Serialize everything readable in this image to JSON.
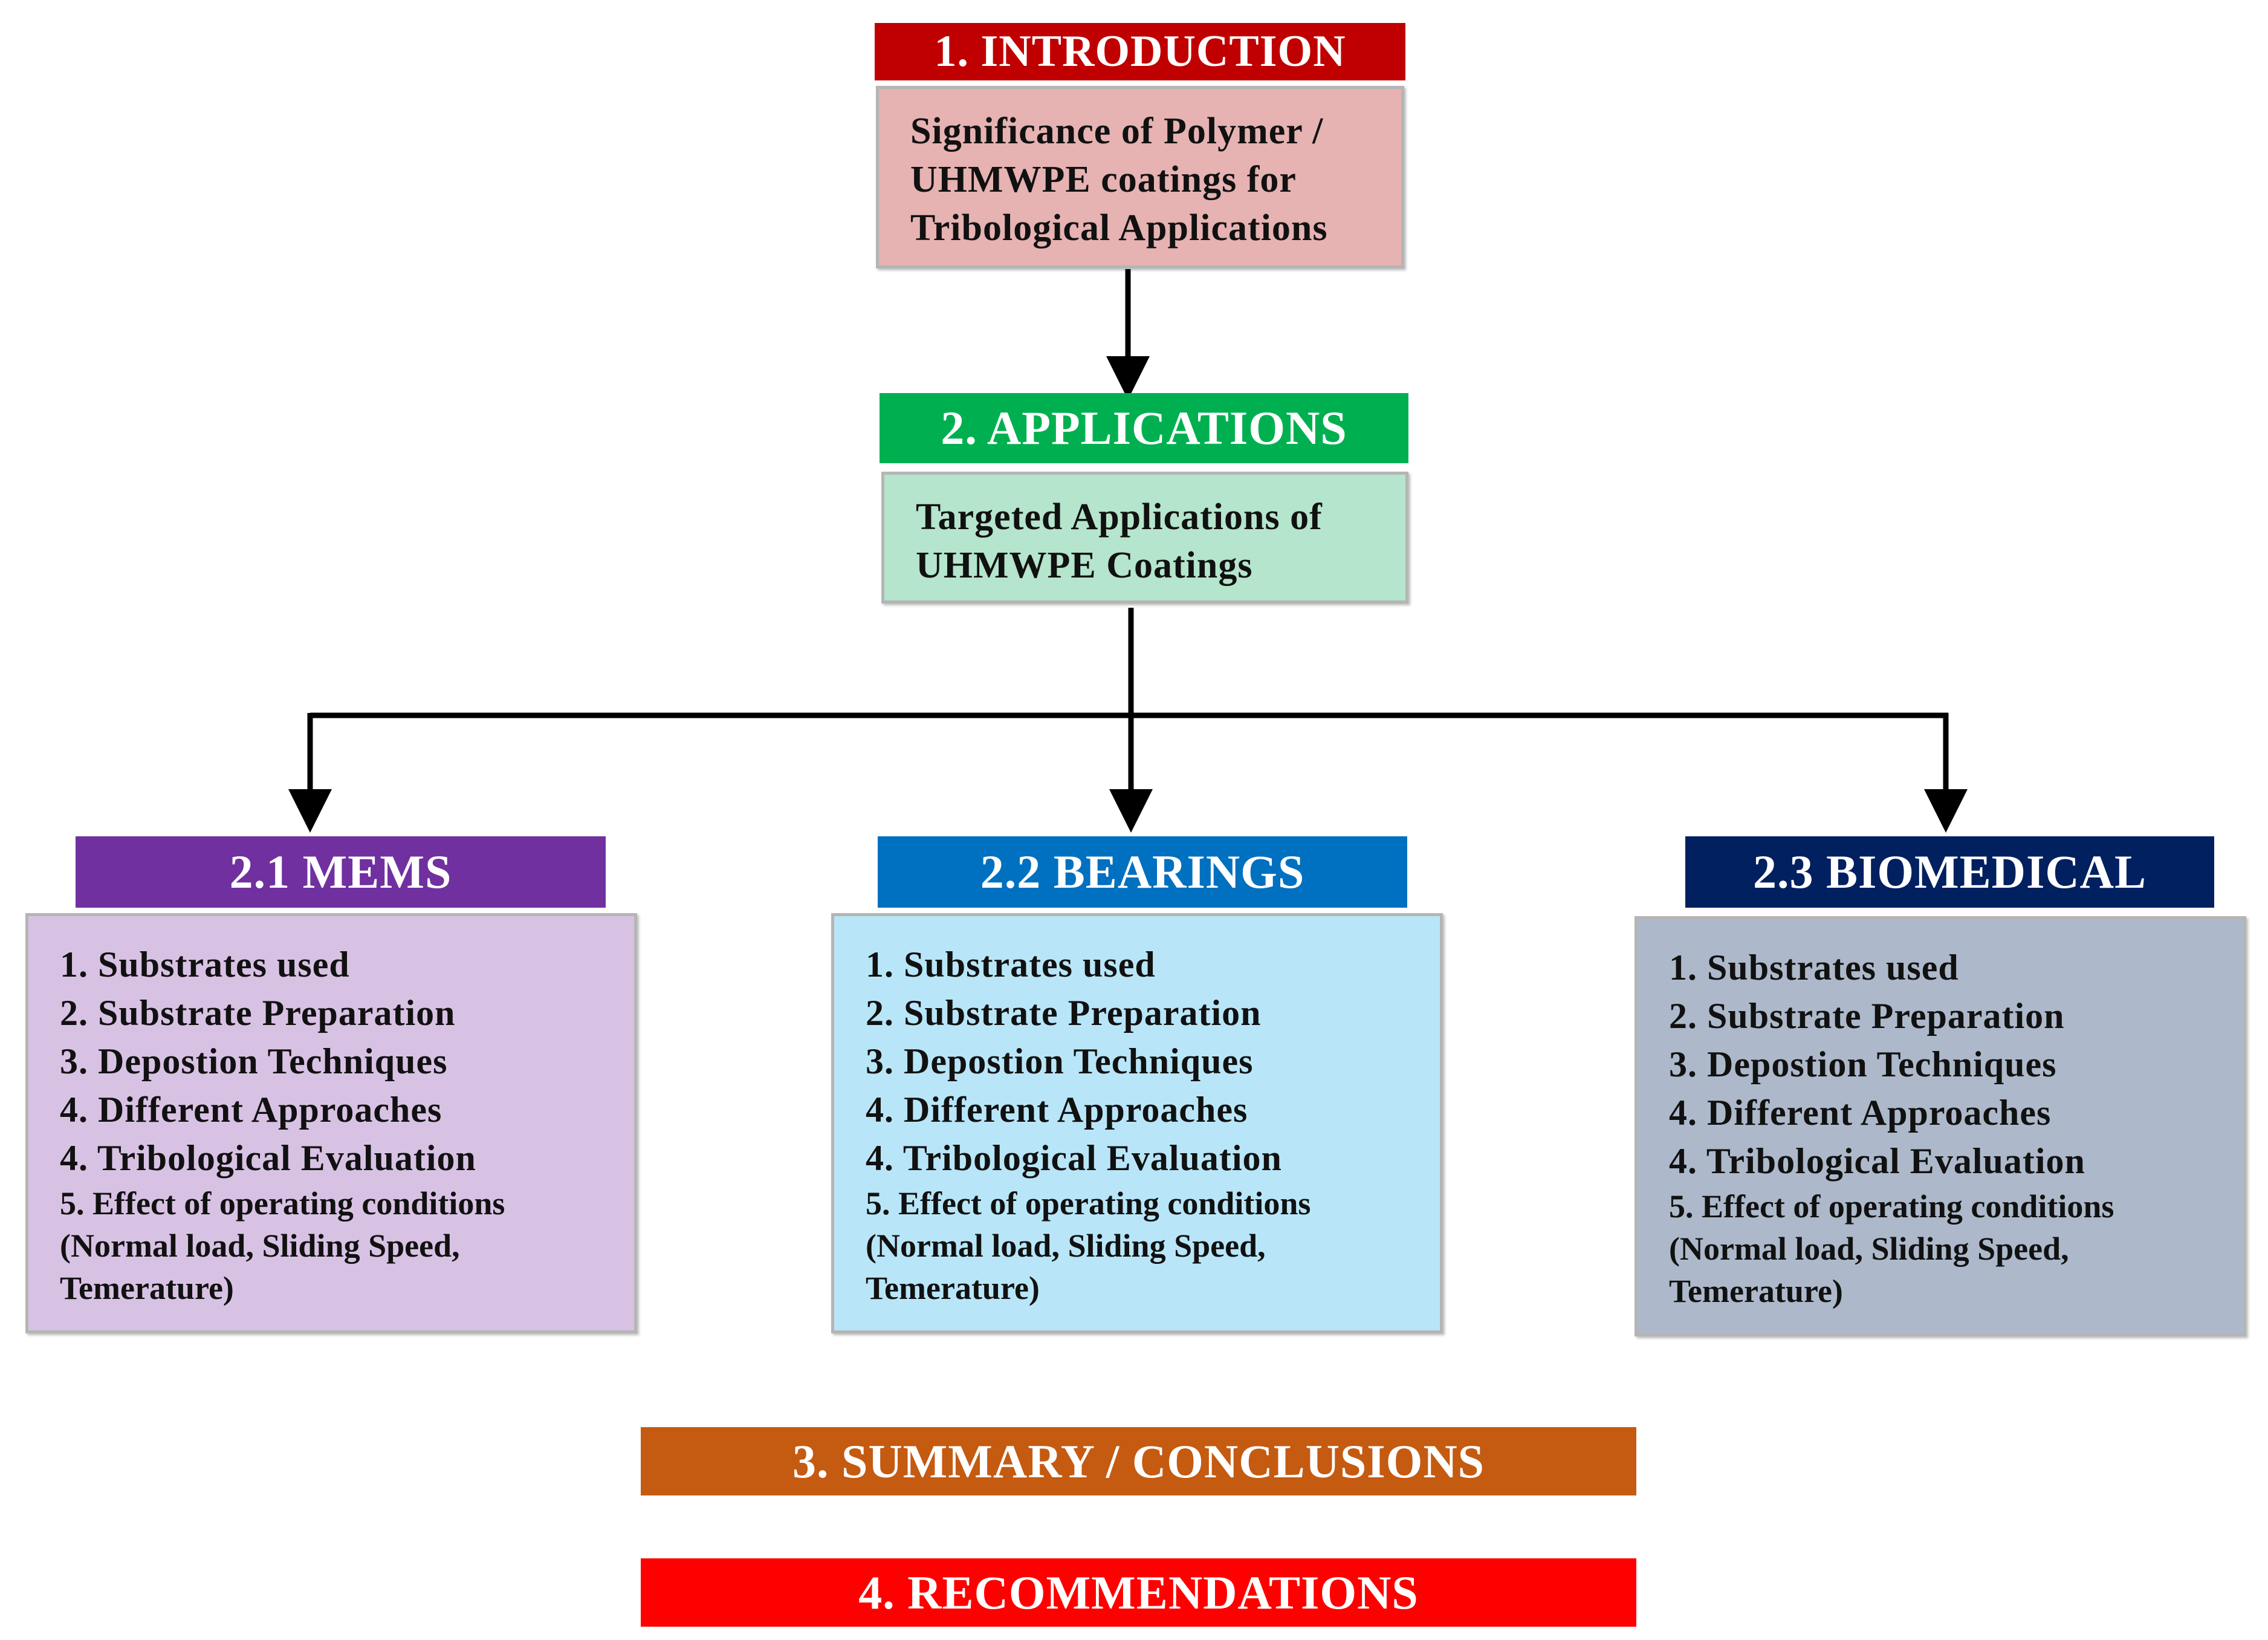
{
  "colors": {
    "introduction": "#c00000",
    "introduction_box": "#e6b2b2",
    "applications": "#00b050",
    "applications_box": "#b5e5cc",
    "mems": "#7030a0",
    "mems_box": "#d8c2e4",
    "bearings": "#0070c0",
    "bearings_box": "#b8e6f8",
    "biomedical": "#002060",
    "biomedical_box": "#adb9ca",
    "summary": "#c55a11",
    "recommendations": "#ff0000",
    "connector": "#000000"
  },
  "introduction": {
    "title": "1. INTRODUCTION",
    "description": "Significance of Polymer /\nUHMWPE coatings for\nTribological Applications"
  },
  "applications": {
    "title": "2. APPLICATIONS",
    "description": "Targeted Applications of\nUHMWPE Coatings"
  },
  "sections": [
    {
      "title": "2.1 MEMS",
      "items": [
        "1. Substrates used",
        "2. Substrate Preparation",
        "3. Depostion Techniques",
        "4. Different Approaches",
        "4. Tribological Evaluation",
        "5. Effect of operating conditions",
        "(Normal load, Sliding Speed,",
        "Temerature)"
      ]
    },
    {
      "title": "2.2 BEARINGS",
      "items": [
        "1. Substrates used",
        "2. Substrate Preparation",
        "3. Depostion Techniques",
        "4. Different Approaches",
        "4. Tribological Evaluation",
        "5. Effect of operating conditions",
        "(Normal load, Sliding Speed,",
        "Temerature)"
      ]
    },
    {
      "title": "2.3 BIOMEDICAL",
      "items": [
        "1. Substrates used",
        "2. Substrate Preparation",
        "3. Depostion Techniques",
        "4. Different Approaches",
        "4. Tribological Evaluation",
        "5. Effect of operating conditions",
        "(Normal load, Sliding Speed,",
        "Temerature)"
      ]
    }
  ],
  "summary": {
    "title": "3. SUMMARY / CONCLUSIONS"
  },
  "recommendations": {
    "title": "4. RECOMMENDATIONS"
  }
}
